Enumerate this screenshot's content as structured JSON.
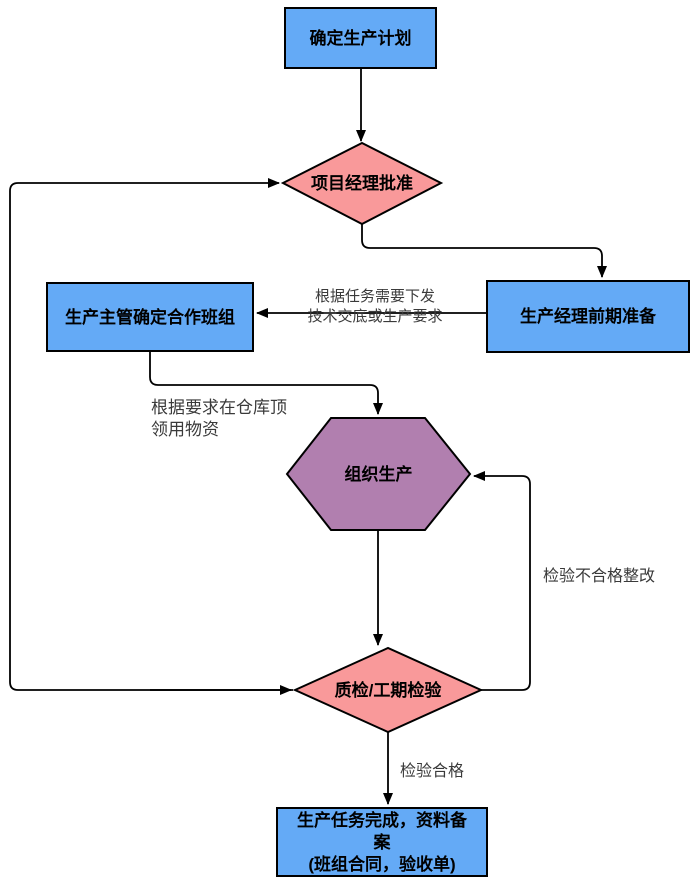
{
  "diagram": {
    "colors": {
      "process": "#64AAF6",
      "decision": "#F9999A",
      "operation": "#B17FAF"
    },
    "nodes": {
      "start": {
        "label": "确定生产计划"
      },
      "approval": {
        "label": "项目经理批准"
      },
      "manager_prep": {
        "label": "生产经理前期准备"
      },
      "supervisor_team": {
        "label": "生产主管确定合作班组"
      },
      "organize": {
        "label": "组织生产"
      },
      "inspection": {
        "label": "质检/工期检验"
      },
      "complete": {
        "label": "生产任务完成，资料备案\n(班组合同，验收单)"
      }
    },
    "edges": {
      "issue_requirements": {
        "label": "根据任务需要下发\n技术交底或生产要求"
      },
      "draw_materials": {
        "label": "根据要求在仓库顶\n领用物资"
      },
      "rework": {
        "label": "检验不合格整改"
      },
      "pass": {
        "label": "检验合格"
      }
    }
  }
}
